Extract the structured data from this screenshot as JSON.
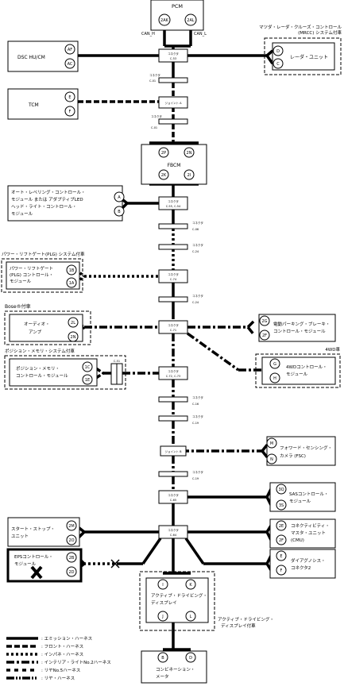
{
  "modules": {
    "pcm": "PCM",
    "can_h": "CAN_H",
    "can_l": "CAN_L",
    "dsc": "DSC HU/CM",
    "tcm": "TCM",
    "fbcm": "FBCM",
    "mrcc_system": "マツダ・レーダ・クルーズ・コントロール",
    "mrcc_system2": "(MRCC) システム付車",
    "radar": "レーダ・ユニット",
    "headlight_1": "オート・レベリング・コントロール・",
    "headlight_2": "モジュール または アダプティブLED",
    "headlight_3": "ヘッド・ライト・コントロール・",
    "headlight_4": "モジュール",
    "plg_system": "パワー・リフトゲート(PLG) システム付車",
    "plg_1": "パワー・リフトゲート",
    "plg_2": "(PLG) コントロール・",
    "plg_3": "モジュール",
    "bose_system": "Bose®付車",
    "audio_1": "オーディオ・",
    "audio_2": "アンプ",
    "epb_1": "電動パーキング・ブレーキ・",
    "epb_2": "コントロール・モジュール",
    "awd_system": "4WD車",
    "awd_1": "4WDコントロール・",
    "awd_2": "モジュール",
    "posmem_system": "ポジション・メモリ・システム付車",
    "posmem_1": "ポジション・メモリ・",
    "posmem_2": "コントロール・モジュール",
    "fsc_1": "フォワード・センシング・",
    "fsc_2": "カメラ (FSC)",
    "sas_1": "SASコントロール・",
    "sas_2": "モジュール",
    "startstop_1": "スタート・ストップ・",
    "startstop_2": "ユニット",
    "cmu_1": "コネクティビティ・",
    "cmu_2": "マスタ・ユニット",
    "cmu_3": "(CMU)",
    "eps_1": "EPSコントロール・",
    "eps_2": "モジュール",
    "diag_1": "ダイアグノシス・",
    "diag_2": "コネクタ2",
    "ads_1": "アクティブ・ドライビング・",
    "ads_2": "ディスプレイ",
    "ads_system_1": "アクティブ・ドライビング・",
    "ads_system_2": "ディスプレイ付車",
    "meter_1": "コンビネーション・",
    "meter_2": "メータ"
  },
  "pins": {
    "pcm_h": "2AK",
    "pcm_l": "2AL",
    "dsc_1": "AF",
    "dsc_2": "AC",
    "radar_1": "D",
    "radar_2": "C",
    "tcm_1": "E",
    "tcm_2": "F",
    "fbcm_1": "2P",
    "fbcm_2": "2N",
    "fbcm_3": "2K",
    "fbcm_4": "2I",
    "hl_1": "A",
    "hl_2": "B",
    "plg_1": "1B",
    "plg_2": "1A",
    "audio_1": "2L",
    "audio_2": "2N",
    "epb_1": "2G",
    "epb_2": "2F",
    "awd_1": "G",
    "awd_2": "H",
    "pm_1": "1C",
    "pm_2": "1E",
    "fsc_1": "M",
    "fsc_2": "N",
    "sas_1": "3Q",
    "sas_2": "3S",
    "ss_1": "2M",
    "ss_2": "2O",
    "cmu_1": "2E",
    "cmu_2": "2F",
    "eps_1": "2B",
    "eps_2": "2D",
    "diag_1": "E",
    "diag_2": "F",
    "ads_1": "I",
    "ads_2": "K",
    "ads_3": "J",
    "ads_4": "L",
    "meter_1": "B",
    "meter_2": "D"
  },
  "connectors": {
    "c53": "コネクタ",
    "c53b": "C-53",
    "c01a": "コネクタ",
    "c01ab": "C-01",
    "joint_a": "ジョイント A",
    "c01b": "コネクタ",
    "c01bb": "C-01",
    "c55": "コネクタ",
    "c55b": "C-55, C-54",
    "c06": "コネクタ",
    "c06b": "C-06",
    "c24a": "コネクタ",
    "c24ab": "C-24",
    "c74": "コネクタ",
    "c74b": "C-74",
    "c24b": "コネクタ",
    "c24bb": "C-24",
    "c71": "コネクタ",
    "c71b": "C-71",
    "c51": "C-51",
    "c72": "コネクタ",
    "c72b": "C-72, C-73",
    "c16": "コネクタ",
    "c16b": "C-16",
    "c19a": "コネクタ",
    "c19ab": "C-19",
    "joint_b": "ジョイント B",
    "c19b": "コネクタ",
    "c19bb": "C-19",
    "c65": "コネクタ",
    "c65b": "C-65",
    "c64": "コネクタ",
    "c64b": "C-64"
  },
  "legend": {
    "emission": ": エミッション・ハーネス",
    "front": ": フロント・ハーネス",
    "inpane": ": インパネ・ハーネス",
    "interior": ": インテリア・ライトNo.2ハーネス",
    "rearno5": ": リヤNo.5ハーネス",
    "rear": ": リヤ・ハーネス"
  }
}
